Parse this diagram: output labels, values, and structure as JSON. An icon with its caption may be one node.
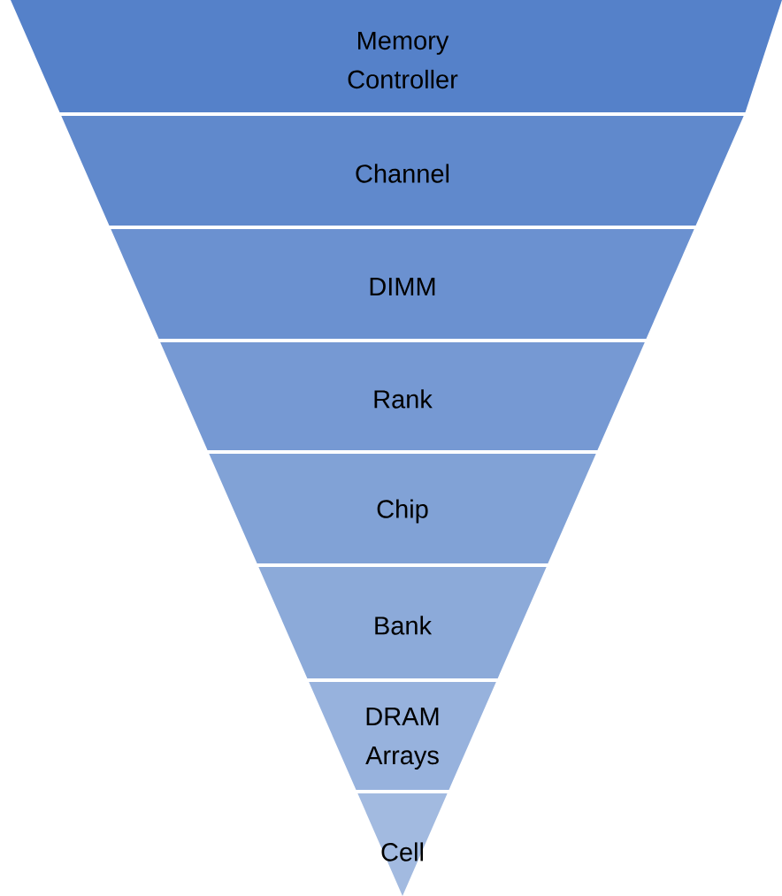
{
  "diagram": {
    "nodes": [
      {
        "text": [
          "Memory Controller"
        ]
      },
      {
        "text": [
          "Channel"
        ]
      },
      {
        "text": [
          "DIMM"
        ]
      },
      {
        "text": [
          "Rank"
        ]
      },
      {
        "text": [
          "Chip"
        ]
      },
      {
        "text": [
          "Bank"
        ]
      },
      {
        "text": [
          "DRAM Arrays"
        ]
      },
      {
        "text": [
          "Cell"
        ]
      }
    ]
  }
}
